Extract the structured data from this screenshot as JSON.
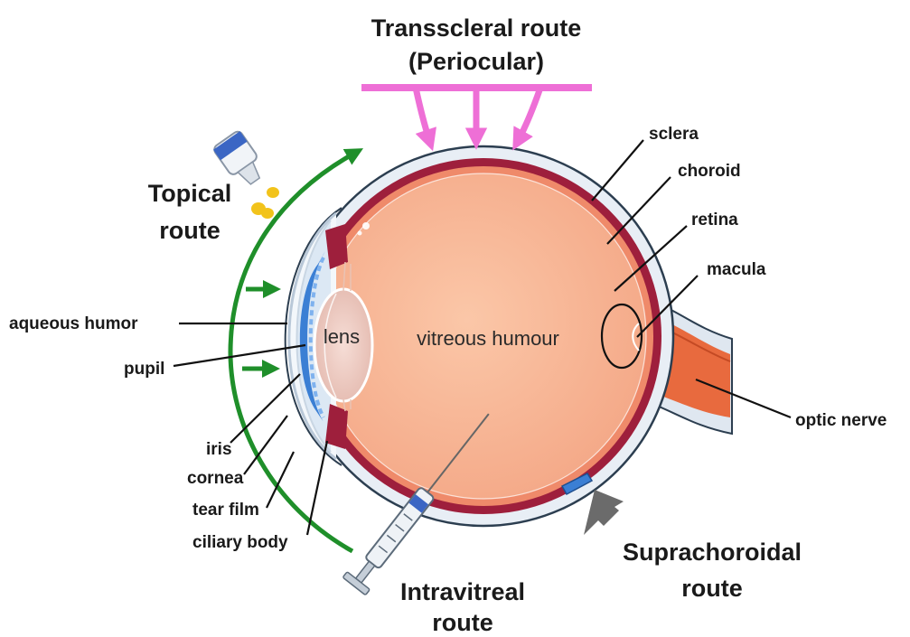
{
  "routes": {
    "transscleral_line1": "Transscleral route",
    "transscleral_line2": "(Periocular)",
    "topical_line1": "Topical",
    "topical_line2": "route",
    "intravitreal_line1": "Intravitreal",
    "intravitreal_line2": "route",
    "suprachoroidal_line1": "Suprachoroidal",
    "suprachoroidal_line2": "route"
  },
  "structures": {
    "sclera": "sclera",
    "choroid": "choroid",
    "retina": "retina",
    "macula": "macula",
    "optic_nerve": "optic nerve",
    "aqueous_humor": "aqueous humor",
    "pupil": "pupil",
    "iris": "iris",
    "cornea": "cornea",
    "tear_film": "tear film",
    "ciliary_body": "ciliary body",
    "lens": "lens",
    "vitreous": "vitreous humour"
  },
  "colors": {
    "transscleral_arrows": "#ee6fd6",
    "topical_arrows": "#1f8f2a",
    "sclera": "#e8eef5",
    "choroid": "#9e1f3c",
    "retina": "#ef8a6a",
    "vitreous": "#f7b595",
    "optic_nerve": "#e86a3e",
    "iris": "#3b7fd4",
    "drop": "#f2c31b"
  }
}
